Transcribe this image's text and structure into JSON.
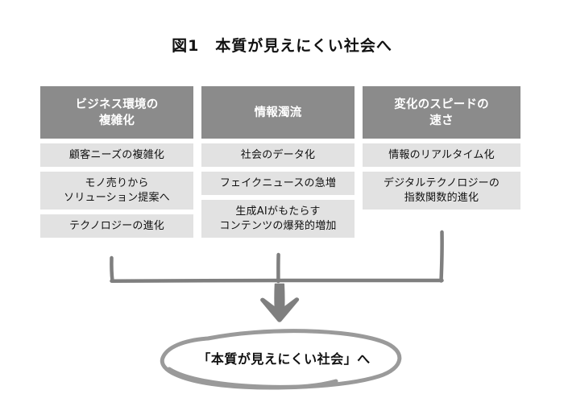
{
  "figure": {
    "title": "図1　本質が見えにくい社会へ",
    "colors": {
      "header_bg": "#8b8b8b",
      "header_text": "#ffffff",
      "item_bg": "#e2e2e2",
      "item_text": "#111111",
      "connector": "#7f7f7f",
      "ellipse": "#9a9a9a",
      "background": "#ffffff"
    }
  },
  "columns": [
    {
      "header": "ビジネス環境の\n複雑化",
      "items": [
        {
          "label": "顧客ニーズの複雑化",
          "lines": 1
        },
        {
          "label": "モノ売りから\nソリューション提案へ",
          "lines": 2
        },
        {
          "label": "テクノロジーの進化",
          "lines": 1
        }
      ]
    },
    {
      "header": "情報濁流",
      "items": [
        {
          "label": "社会のデータ化",
          "lines": 1
        },
        {
          "label": "フェイクニュースの急増",
          "lines": 1
        },
        {
          "label": "生成AIがもたらす\nコンテンツの爆発的増加",
          "lines": 2
        }
      ]
    },
    {
      "header": "変化のスピードの\n速さ",
      "items": [
        {
          "label": "情報のリアルタイム化",
          "lines": 1
        },
        {
          "label": "デジタルテクノロジーの\n指数関数的進化",
          "lines": 2
        }
      ]
    }
  ],
  "flow": {
    "arrow_direction": "down",
    "conclusion": "「本質が見えにくい社会」へ"
  }
}
